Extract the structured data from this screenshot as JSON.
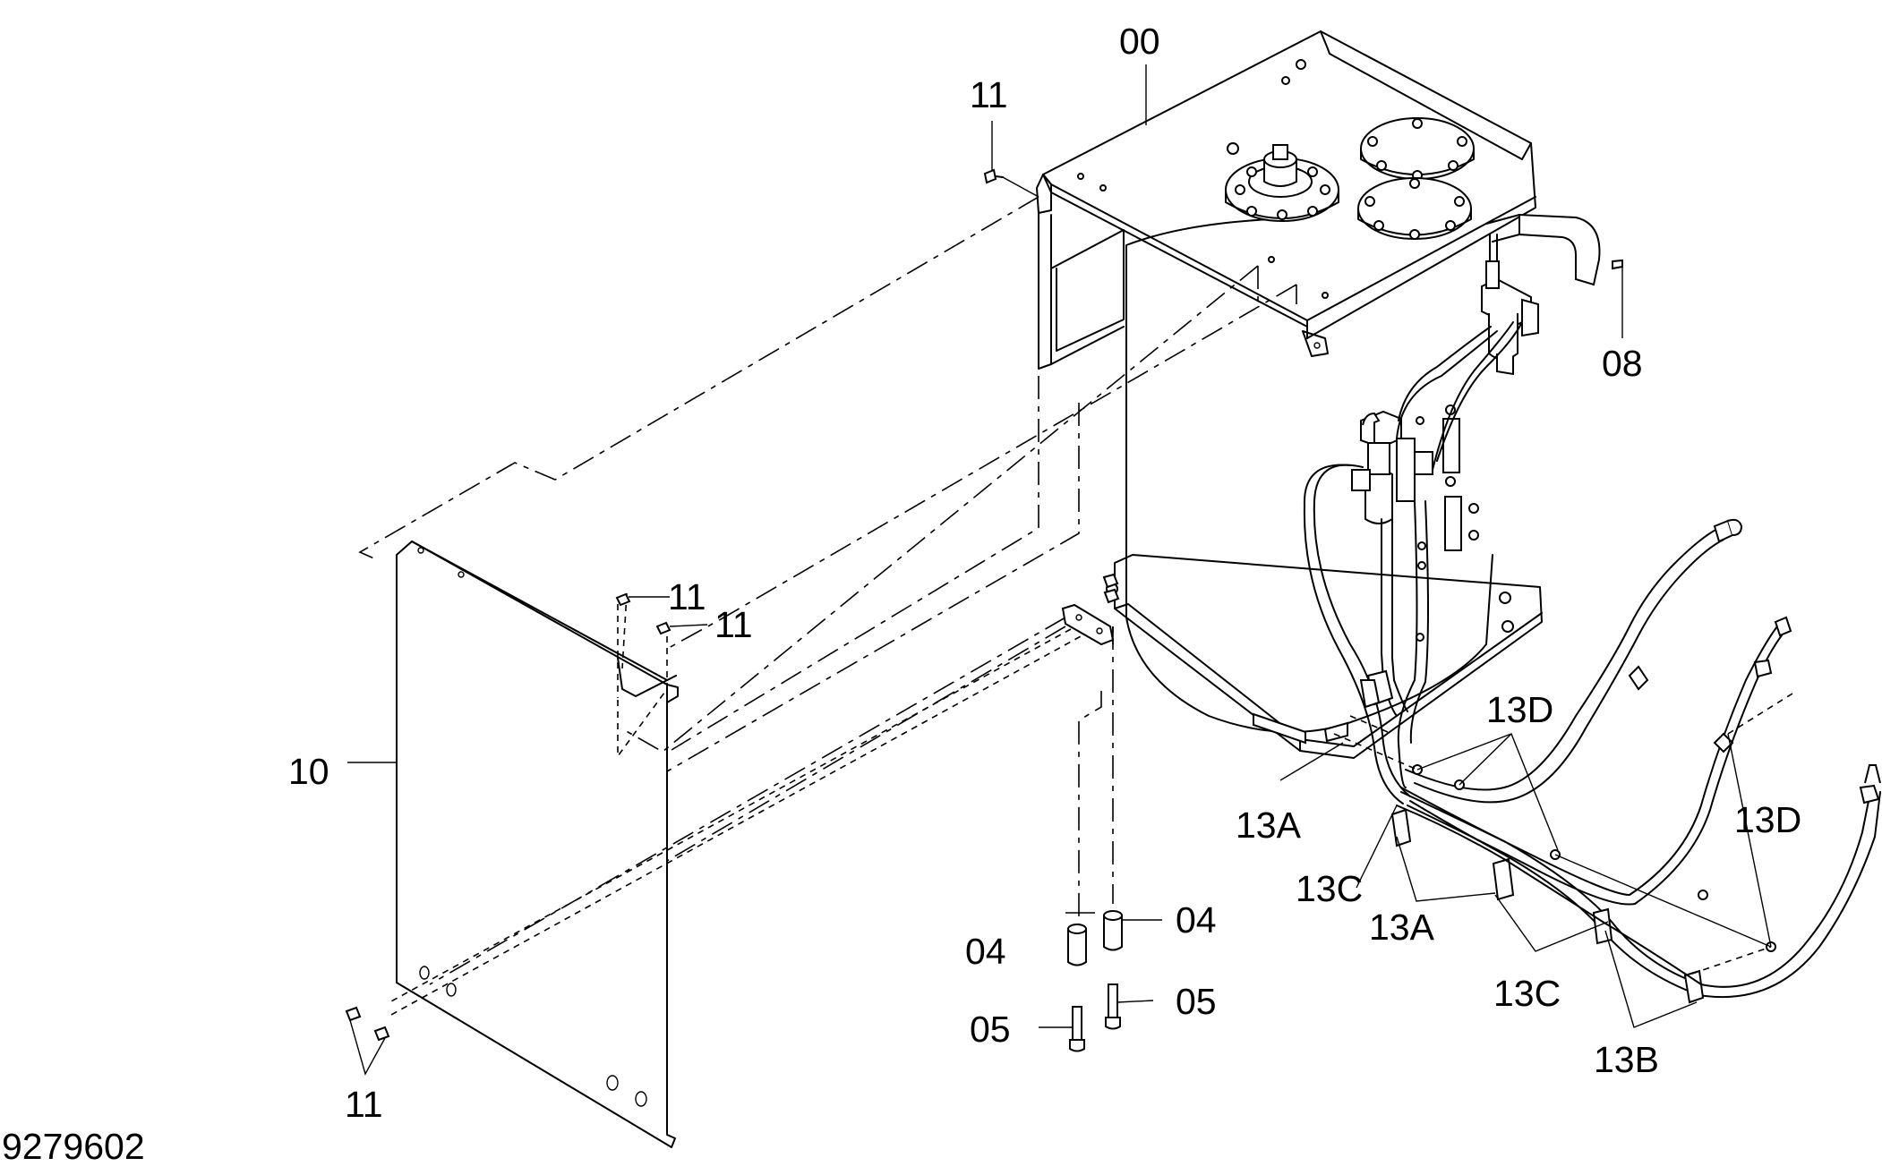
{
  "drawing_number": "9279602",
  "callouts": {
    "c00": "00",
    "c11_top": "11",
    "c08": "08",
    "c11_mid_a": "11",
    "c11_mid_b": "11",
    "c10": "10",
    "c11_bottom": "11",
    "c04_left": "04",
    "c04_right": "04",
    "c05_left": "05",
    "c05_right": "05",
    "c13D_top": "13D",
    "c13A_left": "13A",
    "c13C_left": "13C",
    "c13A_mid": "13A",
    "c13D_right": "13D",
    "c13C_right": "13C",
    "c13B": "13B"
  }
}
